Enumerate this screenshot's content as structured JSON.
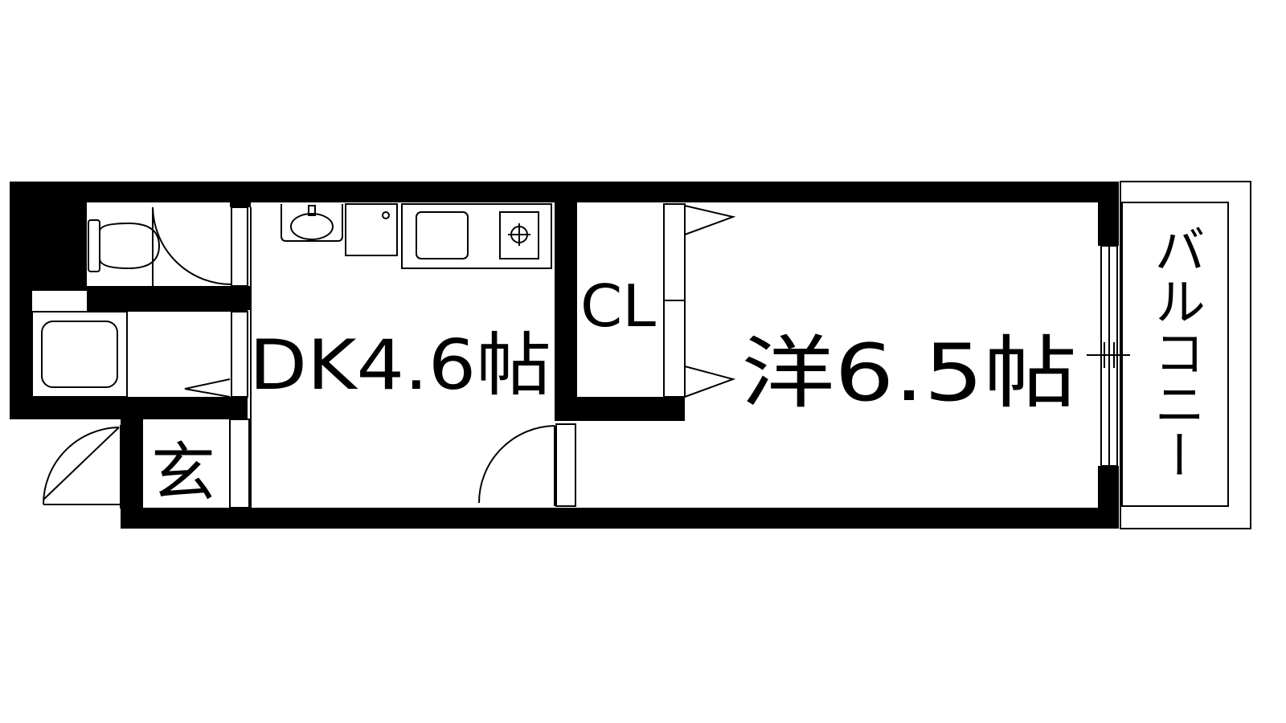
{
  "floorplan": {
    "rooms": {
      "dk": {
        "label": "DK4.6帖"
      },
      "western": {
        "label": "洋6.5帖"
      },
      "closet": {
        "label": "CL"
      },
      "entrance": {
        "label": "玄"
      },
      "balcony": {
        "label": "バルコニー"
      }
    },
    "colors": {
      "wall": "#000000",
      "line": "#000000",
      "background": "#ffffff"
    }
  }
}
